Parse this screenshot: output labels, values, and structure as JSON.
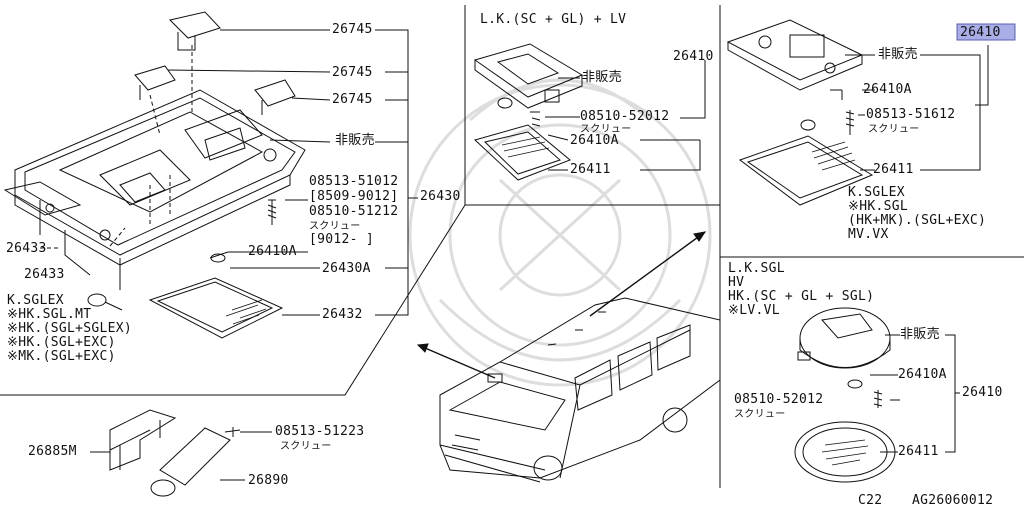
{
  "panels": {
    "top_center_title": "L.K.(SC + GL) + LV",
    "bottom_right_title_lines": [
      "L.K.SGL",
      "HV",
      "HK.(SC + GL + SGL)",
      "※LV.VL"
    ],
    "left_variants": [
      "K.SGLEX",
      "※HK.SGL.MT",
      "※HK.(SGL+SGLEX)",
      "※HK.(SGL+EXC)",
      "※MK.(SGL+EXC)"
    ],
    "top_right_variants": [
      "K.SGLEX",
      "※HK.SGL",
      "(HK+MK).(SGL+EXC)",
      "MV.VX"
    ]
  },
  "labels": {
    "l_26745_a": "26745",
    "l_26745_b": "26745",
    "l_26745_c": "26745",
    "l_not_for_sale_left": "非販売",
    "l_screw_pn_1": "08513-51012",
    "l_screw_date_1": "[8509-9012]",
    "l_screw_pn_2": "08510-51212",
    "l_screw_word_left": "スクリュー",
    "l_screw_date_2": "[9012-     ]",
    "l_26430": "26430",
    "l_26410a_left": "26410A",
    "l_26430a": "26430A",
    "l_26432": "26432",
    "l_26433_a": "26433",
    "l_26433_b": "26433",
    "c_26410": "26410",
    "c_not_for_sale": "非販売",
    "c_screw_pn": "08510-52012",
    "c_screw_word": "スクリュー",
    "c_26410a": "26410A",
    "c_26411": "26411",
    "tr_26410": "26410",
    "tr_not_for_sale": "非販売",
    "tr_26410a": "26410A",
    "tr_screw_pn": "08513-51612",
    "tr_screw_word": "スクリュー",
    "tr_26411": "26411",
    "br_not_for_sale": "非販売",
    "br_26410a": "26410A",
    "br_26410": "26410",
    "br_screw_pn": "08510-52012",
    "br_screw_word": "スクリュー",
    "br_26411": "26411",
    "bl_26885m": "26885M",
    "bl_screw_pn": "08513-51223",
    "bl_screw_word": "スクリュー",
    "bl_26890": "26890"
  },
  "footer": {
    "code_left": "C22",
    "code_right": "AG26060012"
  },
  "colors": {
    "line": "#111111",
    "highlight": "#a9aee6",
    "watermark": "#dcdcdc"
  }
}
